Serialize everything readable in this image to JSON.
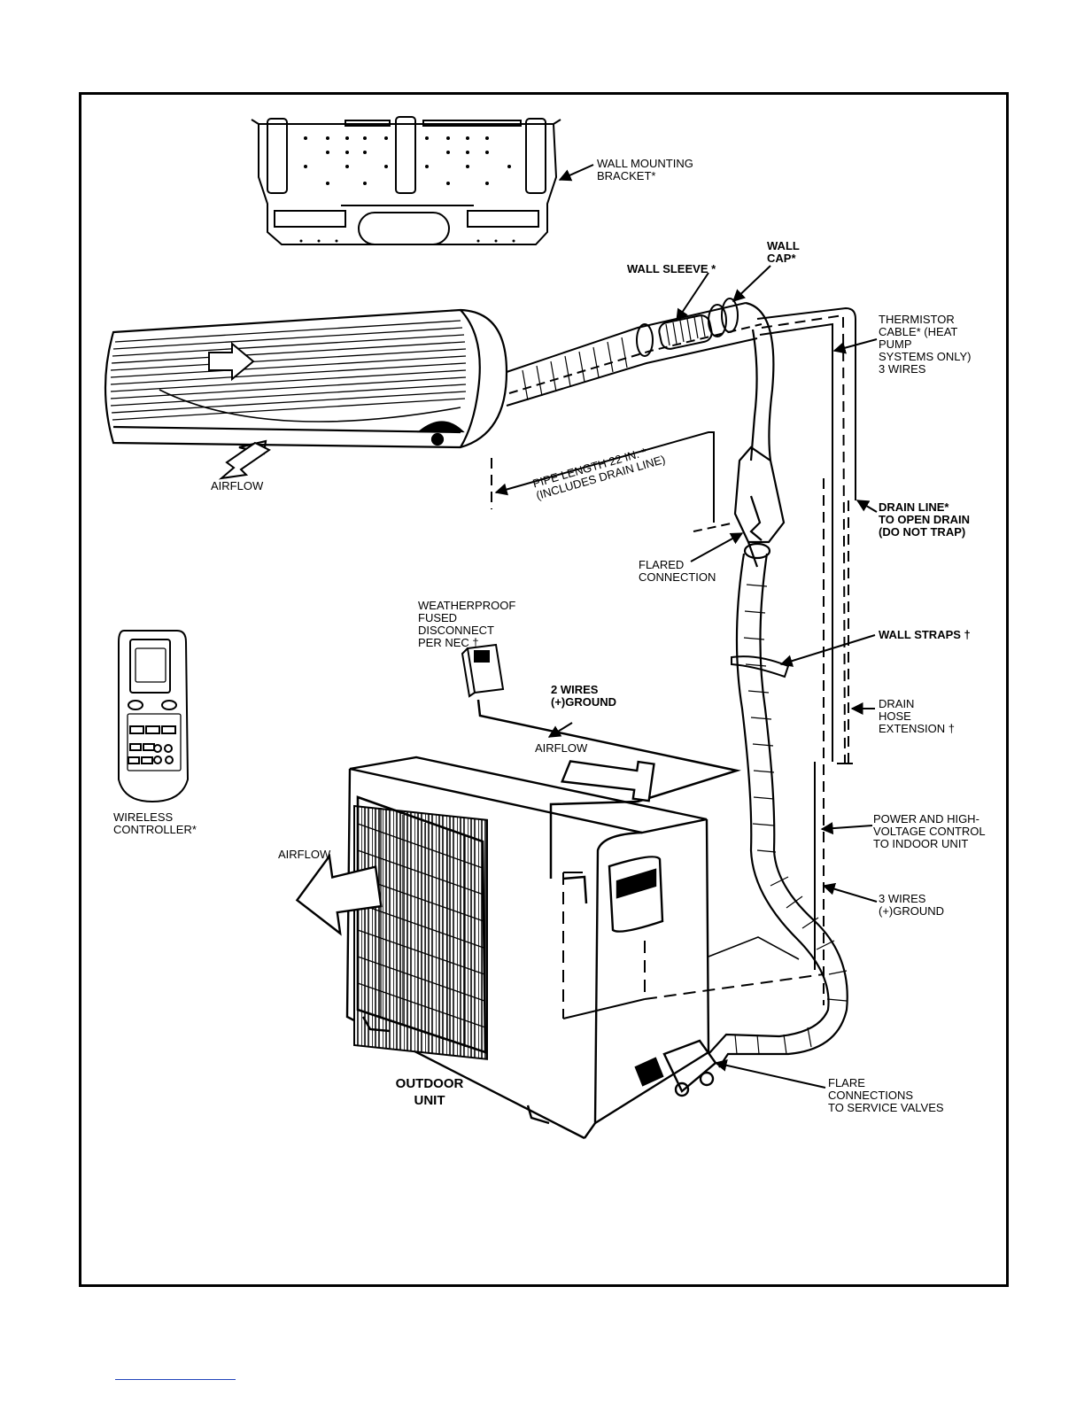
{
  "labels": {
    "wall_mounting_bracket": "WALL  MOUNTING\nBRACKET*",
    "wall_cap": "WALL\nCAP*",
    "wall_sleeve": "WALL SLEEVE *",
    "thermistor_cable": "THERMISTOR\nCABLE* (HEAT\nPUMP\nSYSTEMS ONLY)\n3 WIRES",
    "airflow_indoor": "AIRFLOW",
    "pipe_length": "PIPE LENGTH 22 IN. *\n(INCLUDES DRAIN LINE)",
    "drain_line": "DRAIN LINE*\nTO OPEN DRAIN\n(DO NOT TRAP)",
    "flared_connection": "FLARED\nCONNECTION",
    "weatherproof_disconnect": "WEATHERPROOF\nFUSED\nDISCONNECT\nPER NEC †",
    "wall_straps": "WALL STRAPS †",
    "two_wires": "2 WIRES\n(+)GROUND",
    "drain_hose_extension": "DRAIN\nHOSE\nEXTENSION †",
    "airflow_top": "AIRFLOW",
    "wireless_controller": "WIRELESS\nCONTROLLER*",
    "power_high_voltage": "POWER AND HIGH-\nVOLTAGE CONTROL\nTO INDOOR UNIT",
    "airflow_left": "AIRFLOW",
    "three_wires": "3 WIRES\n(+)GROUND",
    "outdoor_unit": "OUTDOOR\nUNIT",
    "flare_connections": "FLARE\nCONNECTIONS\nTO SERVICE VALVES"
  },
  "icons": {
    "bracket": "wall-mounting-bracket",
    "indoor_unit": "indoor-unit",
    "outdoor_unit": "outdoor-unit",
    "remote": "remote-control",
    "disconnect": "disconnect-box"
  },
  "colors": {
    "ink": "#000000",
    "background": "#ffffff",
    "footer_link": "#2244bb"
  }
}
